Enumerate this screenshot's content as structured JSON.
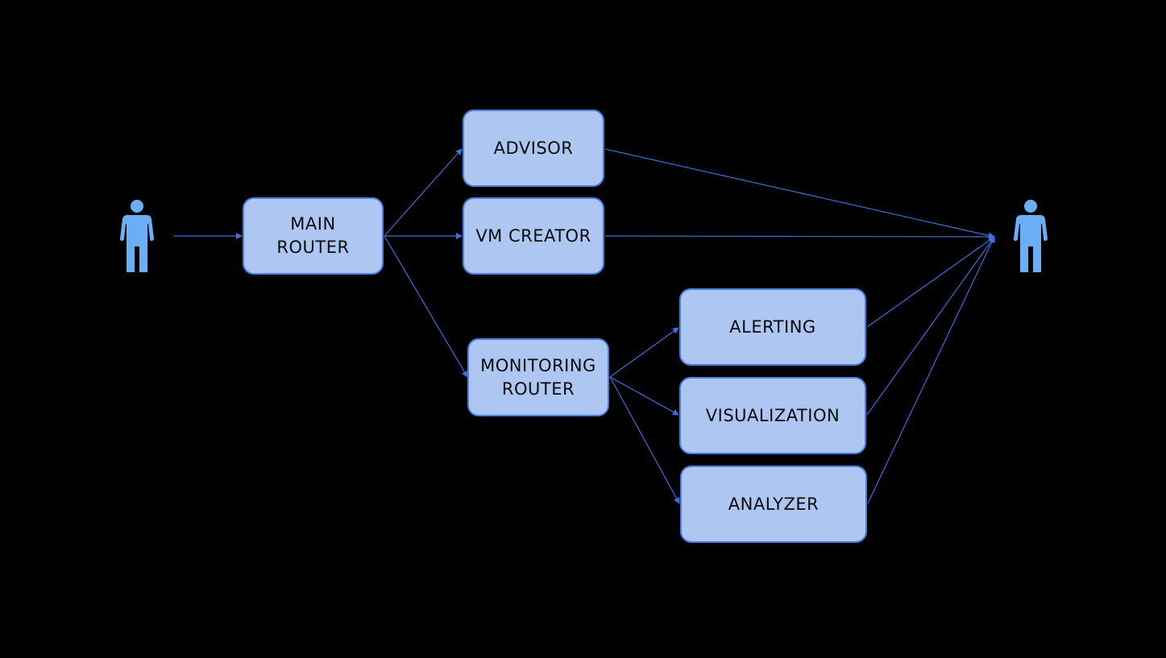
{
  "diagram": {
    "nodes": {
      "main_router": "MAIN\nROUTER",
      "advisor": "ADVISOR",
      "vm_creator": "VM CREATOR",
      "monitoring_router": "MONITORING\nROUTER",
      "alerting": "ALERTING",
      "visualization": "VISUALIZATION",
      "analyzer": "ANALYZER"
    },
    "actors": {
      "left_icon": "person-icon",
      "right_icon": "person-icon"
    },
    "edges": [
      {
        "from": "user-left",
        "to": "main_router"
      },
      {
        "from": "main_router",
        "to": "advisor"
      },
      {
        "from": "main_router",
        "to": "vm_creator"
      },
      {
        "from": "main_router",
        "to": "monitoring_router"
      },
      {
        "from": "monitoring_router",
        "to": "alerting"
      },
      {
        "from": "monitoring_router",
        "to": "visualization"
      },
      {
        "from": "monitoring_router",
        "to": "analyzer"
      },
      {
        "from": "advisor",
        "to": "user-right"
      },
      {
        "from": "vm_creator",
        "to": "user-right"
      },
      {
        "from": "alerting",
        "to": "user-right"
      },
      {
        "from": "visualization",
        "to": "user-right"
      },
      {
        "from": "analyzer",
        "to": "user-right"
      }
    ],
    "colors": {
      "background": "#000000",
      "node_fill": "#aec6f2",
      "node_border": "#4a7fe0",
      "edge": "#3f6fd8",
      "person": "#6aaef5"
    }
  }
}
